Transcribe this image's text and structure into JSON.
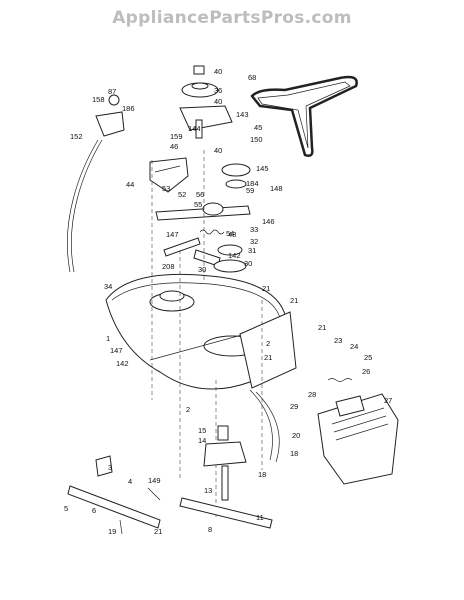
{
  "watermark": "AppliancePartsPros.com",
  "callouts": [
    "40",
    "36",
    "40",
    "143",
    "144",
    "45",
    "150",
    "40",
    "68",
    "87",
    "158",
    "186",
    "152",
    "159",
    "46",
    "145",
    "184",
    "59",
    "148",
    "44",
    "53",
    "52",
    "56",
    "55",
    "146",
    "48",
    "33",
    "147",
    "54",
    "32",
    "31",
    "142",
    "208",
    "30",
    "30",
    "34",
    "21",
    "21",
    "2",
    "21",
    "1",
    "147",
    "142",
    "21",
    "23",
    "24",
    "25",
    "26",
    "27",
    "28",
    "29",
    "2",
    "15",
    "20",
    "14",
    "18",
    "18",
    "3",
    "149",
    "13",
    "11",
    "4",
    "5",
    "6",
    "19",
    "21",
    "8"
  ]
}
